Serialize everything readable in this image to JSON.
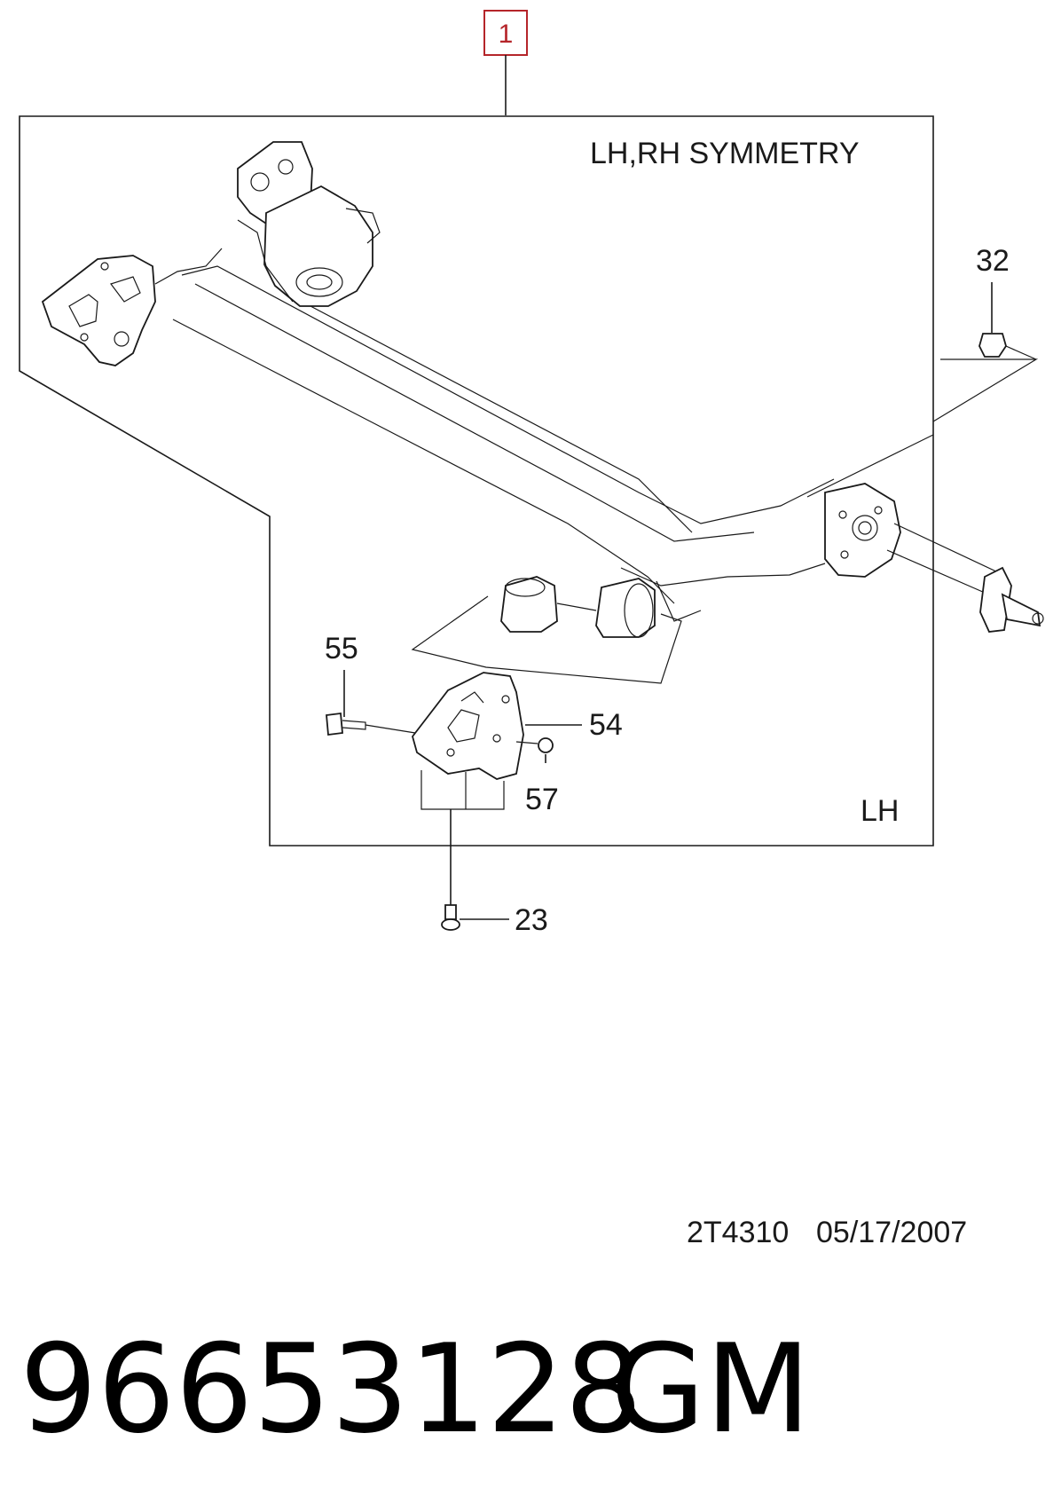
{
  "diagram": {
    "main_callout": "1",
    "symmetry_note": "LH,RH SYMMETRY",
    "side_label": "LH",
    "callouts": [
      "32",
      "55",
      "54",
      "57",
      "23"
    ],
    "drawing_code": "2T4310",
    "drawing_date": "05/17/2007"
  },
  "part": {
    "number": "96653128",
    "brand": "GM"
  },
  "colors": {
    "highlight": "#b5252a",
    "line": "#1a1a1a"
  }
}
